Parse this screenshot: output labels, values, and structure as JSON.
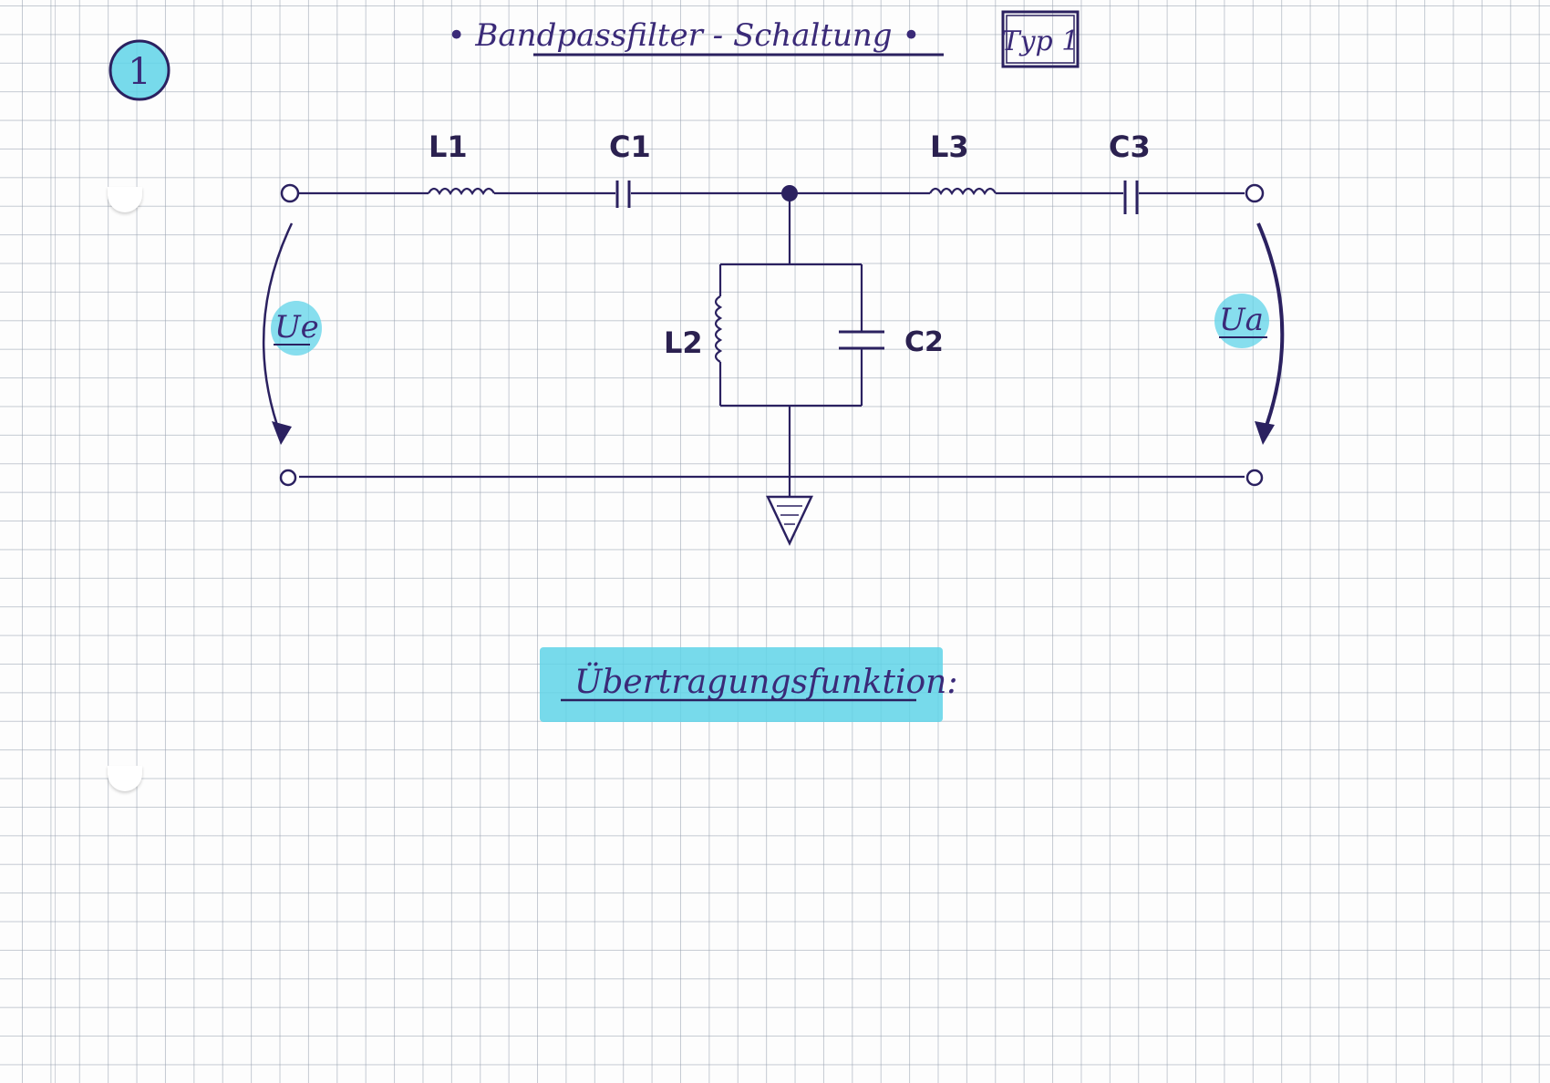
{
  "header": {
    "page_number": "1",
    "title": "• Bandpassfilter - Schaltung •",
    "type_box": "Typ 1"
  },
  "circuit": {
    "L1": "L1",
    "C1": "C1",
    "L3": "L3",
    "C3": "C3",
    "L2": "L2",
    "C2": "C2",
    "input_voltage": "Ue",
    "output_voltage": "Ua"
  },
  "footer": {
    "highlight": "Übertragungsfunktion:"
  },
  "colors": {
    "ink": "#3a2a78",
    "highlighter": "#5fd3e8",
    "grid": "#96a0af"
  }
}
